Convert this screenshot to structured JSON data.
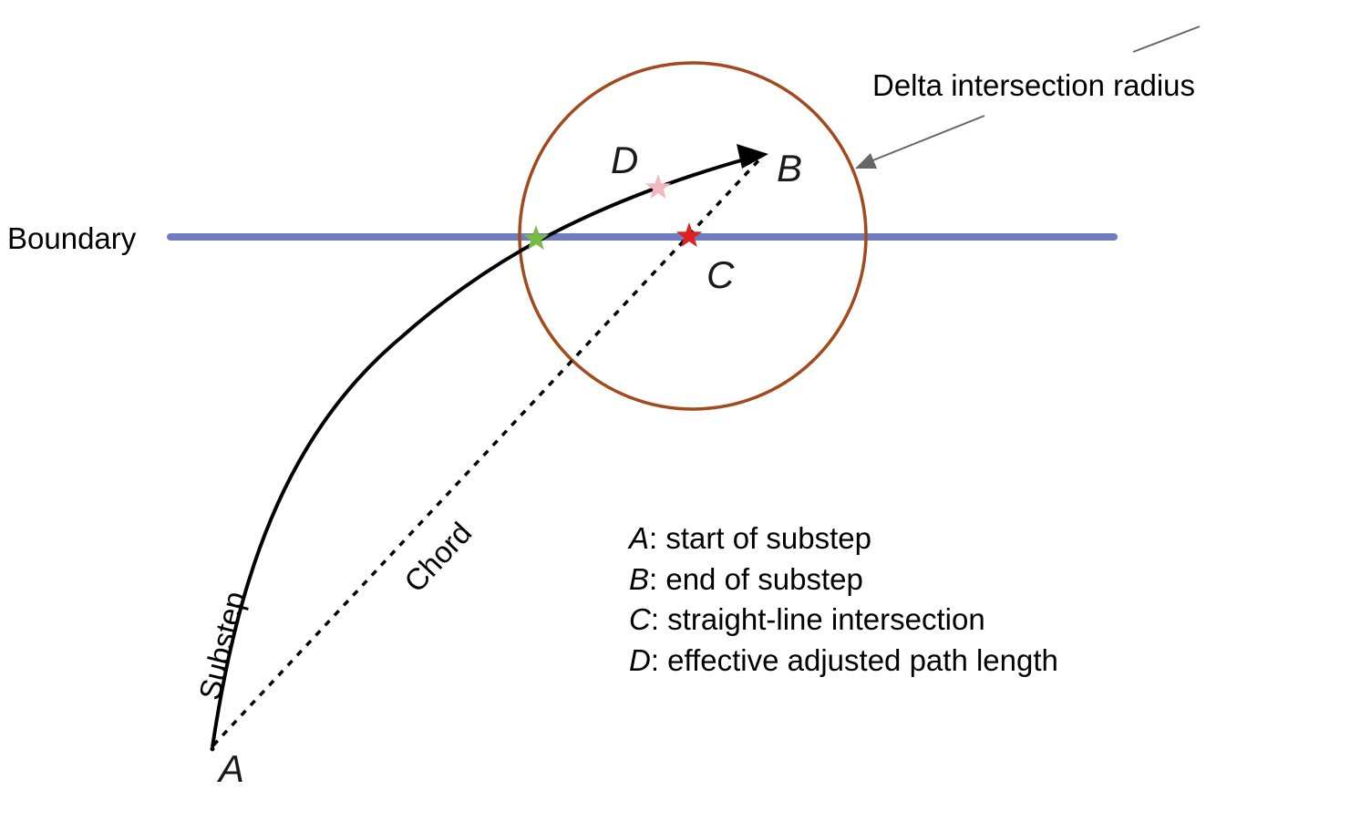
{
  "labels": {
    "boundary": "Boundary",
    "radius": "Delta intersection radius",
    "substep": "Substep",
    "chord": "Chord",
    "point_a": "A",
    "point_b": "B",
    "point_c": "C",
    "point_d": "D"
  },
  "legend": [
    {
      "letter": "A",
      "text": ": start of substep"
    },
    {
      "letter": "B",
      "text": ": end of substep"
    },
    {
      "letter": "C",
      "text": ": straight-line intersection"
    },
    {
      "letter": "D",
      "text": ": effective adjusted path length"
    }
  ],
  "colors": {
    "boundary": "#6f7dc0",
    "circle": "#a34a1d",
    "substep": "#000000",
    "chord": "#000000",
    "pointer": "#666666",
    "star_c": "#e02020",
    "star_d": "#f2b8bf",
    "star_intersection": "#77bb44"
  }
}
